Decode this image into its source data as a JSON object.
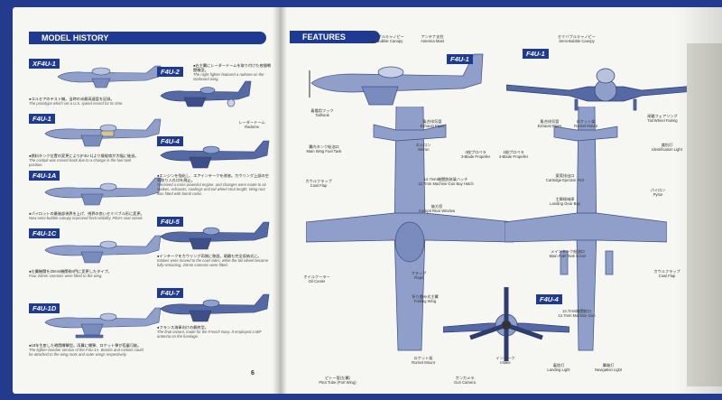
{
  "left_page": {
    "section_title": "MODEL HISTORY",
    "page_number": "6",
    "entries": [
      {
        "variant": "XF4U-1",
        "jp": "●コルセアのテスト機。当時の米最高速度を記録。",
        "en": "The prototype which set a U.S. speed record for its time."
      },
      {
        "variant": "F4U-1",
        "jp": "●燃料タンク位置の変更により(F4U-1)より操縦席が大幅に後退。",
        "en": "The cockpit was moved back due to a change in the fuel tank position."
      },
      {
        "variant": "F4U-1A",
        "jp": "●パイロットの最後部視界を上げ、視界の良いセミバブル形に変更。",
        "en": "New semi-bubble canopy improved front visibility. Pilot's seat raised."
      },
      {
        "variant": "F4U-1C",
        "jp": "●左翼機関を20mm機関砲4門に変更したタイプ。",
        "en": "Four 20mm cannons were fitted to the wing."
      },
      {
        "variant": "F4U-1D",
        "jp": "●18年生産した戦闘爆撃型。両翼に爆弾、ロケット弾が搭載可能。",
        "en": "The fighter-bomber version of the F4U-1A. Bombs and rockets could be attached to the wing roots and outer wings respectively."
      },
      {
        "variant": "F4U-2",
        "jp": "●右主翼にレーダードームを取り付けた夜間戦闘機型。",
        "en": "The night fighter featured a radome on the starboard wing."
      },
      {
        "variant": "F4U-4",
        "jp": "●エンジンを強化し、エアインテークを改修。カウリング上部の空気取り入れ口を廃止。",
        "en": "Received a more powerful engine, and changes were made to air intakes, exhausts, cowlings and tail wheel strut length. Wing root was fitted with bomb racks."
      },
      {
        "variant": "F4U-5",
        "jp": "●インテークをカウリング両側に移設。尾輪も完全収納式に。",
        "en": "Intakes were moved to the cowl sides, while the tail wheel became fully-retracting. 20mm cannons were fitted."
      },
      {
        "variant": "F4U-7",
        "jp": "●フランス海軍向けの最終型。",
        "en": "The final variant, made for the French Navy. It employed a MiF antenna on the fuselage."
      }
    ],
    "radome_label_jp": "レーダードーム",
    "radome_label_en": "Radome"
  },
  "right_page": {
    "section_title": "FEATURES",
    "badges": [
      "F4U-1",
      "F4U-1",
      "F4U-4"
    ],
    "callouts": [
      {
        "id": "canopy1",
        "jp": "ハイバブルキャノピー",
        "en": "High-Bubble Canopy"
      },
      {
        "id": "antenna",
        "jp": "アンテナ支柱",
        "en": "Antenna Mast"
      },
      {
        "id": "tailhook",
        "jp": "着艦用フック",
        "en": "Tailhook"
      },
      {
        "id": "exhaust1",
        "jp": "集合排気管",
        "en": "Exhaust Pipes"
      },
      {
        "id": "fueltank",
        "jp": "翼内タンク給油口",
        "en": "Main Wing Fuel Tank"
      },
      {
        "id": "aileron",
        "jp": "エルロン",
        "en": "Aileron"
      },
      {
        "id": "prop3",
        "jp": "3枚プロペラ",
        "en": "3-Blade Propeller"
      },
      {
        "id": "prop4",
        "jp": "4翅プロペラ",
        "en": "4-Blade Propeller"
      },
      {
        "id": "cowlflap",
        "jp": "カウルフラップ",
        "en": "Cowl Flap"
      },
      {
        "id": "gunbay",
        "jp": "12.7mm機関銃装填ハッチ",
        "en": "12.7mm Machine Gun Bay Hatch"
      },
      {
        "id": "rearwindow",
        "jp": "後方窓",
        "en": "Cockpit Rear Window"
      },
      {
        "id": "oilcooler",
        "jp": "オイルクーラー",
        "en": "Oil Cooler"
      },
      {
        "id": "flaps",
        "jp": "フラップ",
        "en": "Flaps"
      },
      {
        "id": "foldingwing",
        "jp": "折り畳み式主翼",
        "en": "Folding Wing"
      },
      {
        "id": "pitot",
        "jp": "ピトー管(左翼)",
        "en": "Pitot Tube (Port Wing)"
      },
      {
        "id": "rocket",
        "jp": "ロケット架",
        "en": "Rocket Mount"
      },
      {
        "id": "guncamera",
        "jp": "ガンカメラ",
        "en": "Gun Camera"
      },
      {
        "id": "canopy2",
        "jp": "セミバブルキャノピー",
        "en": "Semi-Bubble Canopy"
      },
      {
        "id": "exhaust2",
        "jp": "集合排気管",
        "en": "Exhaust Pipes"
      },
      {
        "id": "rocket2",
        "jp": "ロケット架",
        "en": "Rocket Mount"
      },
      {
        "id": "tailfairing",
        "jp": "尾輪フェアリング",
        "en": "Tail Wheel Fairing"
      },
      {
        "id": "idlight",
        "jp": "識別灯",
        "en": "Identification Light"
      },
      {
        "id": "cartridge",
        "jp": "薬莢排出口",
        "en": "Cartridge Ejection Port"
      },
      {
        "id": "pylon",
        "jp": "パイロン",
        "en": "Pylon"
      },
      {
        "id": "gearbay",
        "jp": "主脚格納庫",
        "en": "Landing Gear Bay"
      },
      {
        "id": "maintank",
        "jp": "メインタンク給油口",
        "en": "Main Fuel Tank Cover"
      },
      {
        "id": "cowlflap2",
        "jp": "カウルフラップ",
        "en": "Cowl Flap"
      },
      {
        "id": "mg",
        "jp": "12.7mm機関銃口",
        "en": "12.7mm Machine Gun"
      },
      {
        "id": "landinglight",
        "jp": "着陸灯",
        "en": "Landing Light"
      },
      {
        "id": "navlight",
        "jp": "翼端灯",
        "en": "Navigation Light"
      },
      {
        "id": "intake",
        "jp": "インテーク",
        "en": "Intake"
      }
    ]
  },
  "colors": {
    "background": "#243a8c",
    "header": "#1f3a93",
    "plane": "#8f9fc9",
    "plane_dark": "#556aa5",
    "paper": "#f6f6f2"
  }
}
